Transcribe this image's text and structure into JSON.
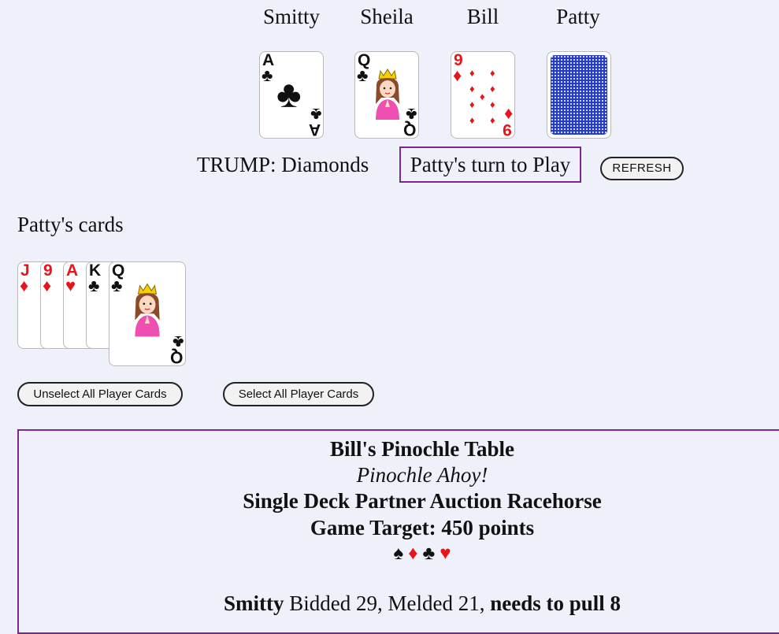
{
  "players": [
    "Smitty",
    "Sheila",
    "Bill",
    "Patty"
  ],
  "table_cards": [
    {
      "player": "Smitty",
      "rank": "A",
      "suit": "♣",
      "color": "black"
    },
    {
      "player": "Sheila",
      "rank": "Q",
      "suit": "♣",
      "color": "black"
    },
    {
      "player": "Bill",
      "rank": "9",
      "suit": "♦",
      "color": "red"
    },
    {
      "player": "Patty",
      "face_down": true
    }
  ],
  "trump": "TRUMP: Diamonds",
  "turn_status": "Patty's turn to Play",
  "refresh_label": "REFRESH",
  "hand": {
    "label": "Patty's cards",
    "cards": [
      {
        "rank": "J",
        "suit": "♦",
        "color": "red"
      },
      {
        "rank": "9",
        "suit": "♦",
        "color": "red"
      },
      {
        "rank": "A",
        "suit": "♥",
        "color": "red"
      },
      {
        "rank": "K",
        "suit": "♣",
        "color": "black"
      },
      {
        "rank": "Q",
        "suit": "♣",
        "color": "black"
      }
    ]
  },
  "buttons": {
    "unselect_all": "Unselect All Player Cards",
    "select_all": "Select All Player Cards"
  },
  "info": {
    "title": "Bill's Pinochle Table",
    "subtitle": "Pinochle Ahoy!",
    "game_type": "Single Deck Partner Auction Racehorse",
    "target": "Game Target: 450 points",
    "suits": [
      {
        "glyph": "♠",
        "color": "#111111"
      },
      {
        "glyph": "♦",
        "color": "#e8141b"
      },
      {
        "glyph": "♣",
        "color": "#111111"
      },
      {
        "glyph": "♥",
        "color": "#e8141b"
      }
    ],
    "status_player": "Smitty",
    "status_mid": " Bidded 29, Melded 21, ",
    "status_need": "needs to pull 8"
  }
}
